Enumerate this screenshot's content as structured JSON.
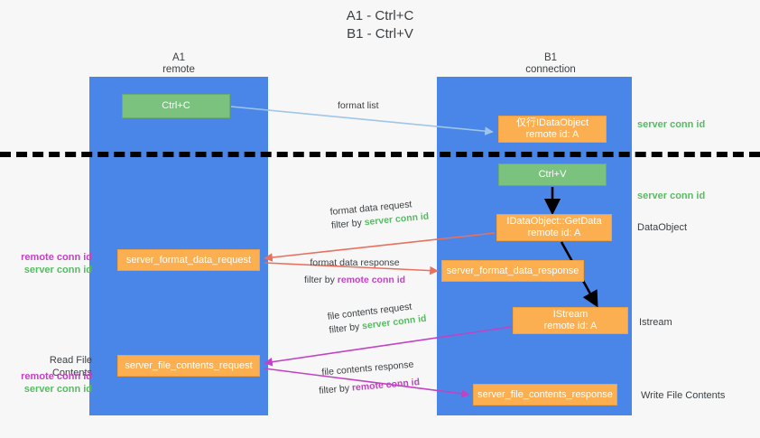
{
  "title": {
    "line1": "A1 - Ctrl+C",
    "line2": "B1 - Ctrl+V"
  },
  "lanes": [
    {
      "id": "a1",
      "name": "A1",
      "subtitle": "remote"
    },
    {
      "id": "b1",
      "name": "B1",
      "subtitle": "connection"
    }
  ],
  "boxes": {
    "ctrl_c": {
      "label": "Ctrl+C",
      "color": "#7ac27e"
    },
    "idataobject": {
      "line1": "仅行IDataObject",
      "line2": "remote id: A",
      "color": "#fcaf50"
    },
    "ctrl_v": {
      "label": "Ctrl+V",
      "color": "#7ac27e"
    },
    "getdata": {
      "line1": "IDataObject::GetData",
      "line2": "remote id: A",
      "color": "#fcaf50"
    },
    "istream": {
      "line1": "IStream",
      "line2": "remote id: A",
      "color": "#fcaf50"
    },
    "server_format_data_request": {
      "label": "server_format_data_request",
      "color": "#fcaf50"
    },
    "server_format_data_response": {
      "label": "server_format_data_response",
      "color": "#fcaf50"
    },
    "server_file_contents_request": {
      "label": "server_file_contents_request",
      "color": "#fcaf50"
    },
    "server_file_contents_response": {
      "label": "server_file_contents_response",
      "color": "#fcaf50"
    }
  },
  "flows": {
    "format_list": {
      "title": "format list"
    },
    "format_data_request": {
      "title": "format data request",
      "filter_prefix": "filter by ",
      "filter_key": "server conn id"
    },
    "format_data_response": {
      "title": "format data response",
      "filter_prefix": "filter by ",
      "filter_key": "remote conn id"
    },
    "file_contents_request": {
      "title": "file contents request",
      "filter_prefix": "filter by ",
      "filter_key": "server conn id"
    },
    "file_contents_response": {
      "title": "file contents response",
      "filter_prefix": "filter by ",
      "filter_key": "remote conn id"
    }
  },
  "annotations": {
    "server_conn_id_top": "server conn id",
    "server_conn_id_mid": "server conn id",
    "dataobject": "DataObject",
    "istream": "Istream",
    "write_file_contents": "Write File Contents",
    "read_file_contents": "Read File Contents",
    "remote_conn_id": "remote conn id",
    "server_conn_id": "server conn id"
  },
  "colors": {
    "lane": "#4a86e8",
    "green_box": "#7ac27e",
    "orange_box": "#fcaf50",
    "green_text": "#57bb63",
    "magenta_text": "#c341c3",
    "arrow_blue": "#9fc5e8",
    "arrow_red": "#e8705f",
    "arrow_magenta": "#c341c3",
    "arrow_black": "#000000",
    "background": "#f7f7f7"
  }
}
